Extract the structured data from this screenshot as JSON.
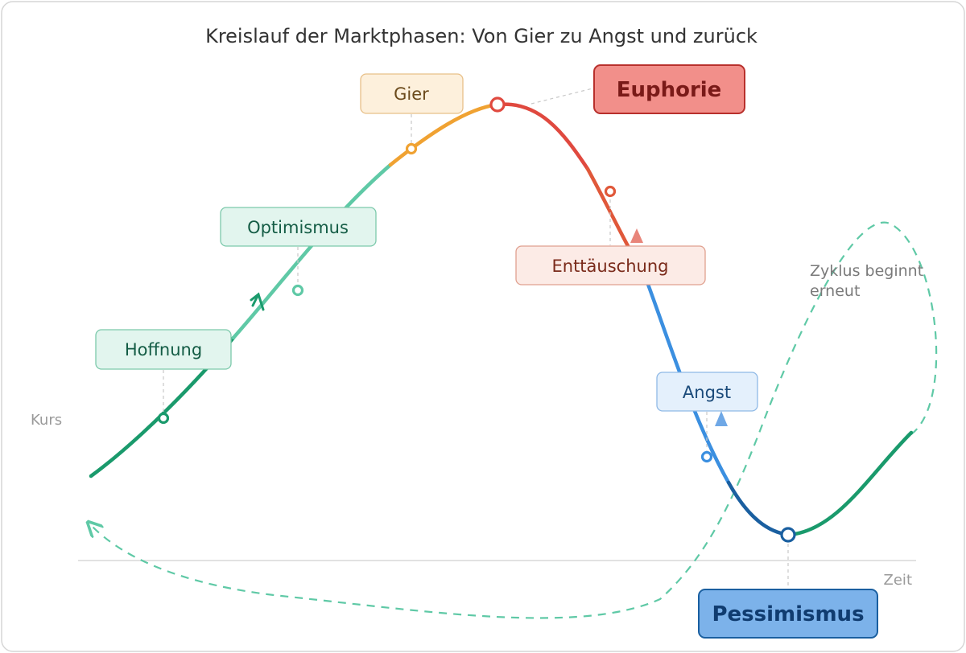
{
  "title": "Kreislauf der Marktphasen: Von Gier zu Angst und zurück",
  "axes": {
    "y_label": "Kurs",
    "x_label": "Zeit"
  },
  "cycle_note": "Zyklus beginnt erneut",
  "phases": {
    "hoffnung": "Hoffnung",
    "optimismus": "Optimismus",
    "gier": "Gier",
    "euphorie": "Euphorie",
    "enttaeuschung": "Enttäuschung",
    "angst": "Angst",
    "pessimismus": "Pessimismus"
  },
  "colors": {
    "green_dark": "#1a9a6c",
    "green_light": "#5fc9a6",
    "orange": "#f0a232",
    "red": "#e0493f",
    "blue": "#3b8fe0",
    "blue_dark": "#1a5fa0"
  }
}
